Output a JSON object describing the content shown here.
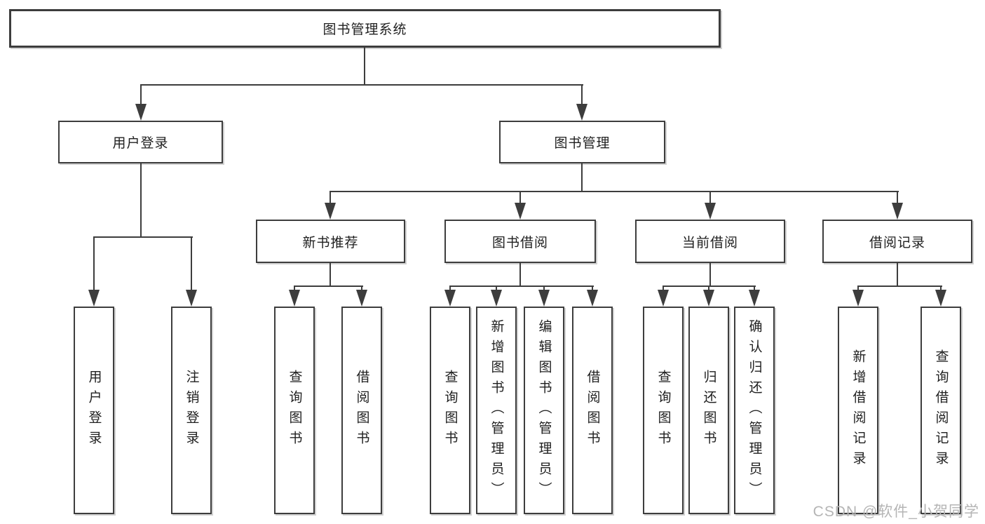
{
  "tree": {
    "label": "图书管理系统",
    "children": [
      {
        "label": "用户登录",
        "children": [
          {
            "label": "用户登录"
          },
          {
            "label": "注销登录"
          }
        ]
      },
      {
        "label": "图书管理",
        "children": [
          {
            "label": "新书推荐",
            "children": [
              {
                "label": "查询图书"
              },
              {
                "label": "借阅图书"
              }
            ]
          },
          {
            "label": "图书借阅",
            "children": [
              {
                "label": "查询图书"
              },
              {
                "label": "新增图书（管理员）"
              },
              {
                "label": "编辑图书（管理员）"
              },
              {
                "label": "借阅图书"
              }
            ]
          },
          {
            "label": "当前借阅",
            "children": [
              {
                "label": "查询图书"
              },
              {
                "label": "归还图书"
              },
              {
                "label": "确认归还（管理员）"
              }
            ]
          },
          {
            "label": "借阅记录",
            "children": [
              {
                "label": "新增借阅记录"
              },
              {
                "label": "查询借阅记录"
              }
            ]
          }
        ]
      }
    ]
  },
  "watermark": {
    "text": "CSDN @软件_小贺同学"
  },
  "colors": {
    "line": "#3d3d3d",
    "text": "#1f1f1f",
    "watermark": "#b5b5b5",
    "background": "#ffffff"
  }
}
